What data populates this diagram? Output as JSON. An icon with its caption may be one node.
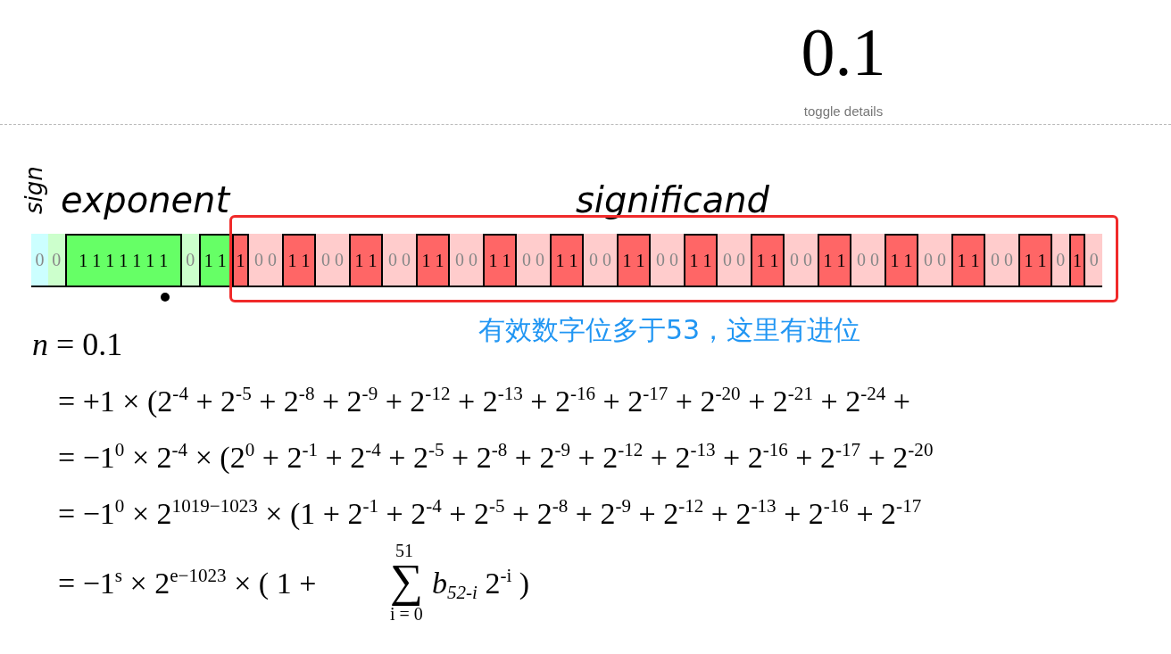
{
  "diagram": {
    "title": "0.1",
    "nodes": [
      {
        "text": [
          "1",
          "0 0",
          "1 1",
          "0 0",
          "1 1",
          "0 0",
          "1 1",
          "0 0",
          "1 1",
          "0 0",
          "1 1",
          "0 0",
          "1 1",
          "0 0",
          "1 1",
          "0 0",
          "1 1",
          "0 0",
          "1 1",
          "0 0",
          "1 1",
          "0 0",
          "1 1",
          "0 0",
          "1 1",
          "0",
          "1",
          "0"
        ],
        "beside": [
          "有效数字位多于53，这里有进位"
        ]
      }
    ],
    "labels": [
      "toggle details",
      "sign",
      "exponent",
      "significand",
      "0",
      "0",
      "1 1 1 1 1 1 1",
      "0",
      "1 1",
      "*n* = 0.1",
      "= +1 × (2$^{-4}$ + 2$^{-5}$ + 2$^{-8}$ + 2$^{-9}$ + 2$^{-12}$ + 2$^{-13}$ + 2$^{-16}$ + 2$^{-17}$ + 2$^{-20}$ + 2$^{-21}$ + 2$^{-24}$ +",
      "= −1$^{0}$ × 2$^{-4}$ × (2$^{0}$ + 2$^{-1}$ + 2$^{-4}$ + 2$^{-5}$ + 2$^{-8}$ + 2$^{-9}$ + 2$^{-12}$ + 2$^{-13}$ + 2$^{-16}$ + 2$^{-17}$ + 2$^{-20}$",
      "= −1$^{0}$ × 2$^{1019−1023}$ × (1 + 2$^{-1}$ + 2$^{-4}$ + 2$^{-5}$ + 2$^{-8}$ + 2$^{-9}$ + 2$^{-12}$ + 2$^{-13}$ + 2$^{-16}$ + 2$^{-17}$",
      "= −1$^{s}$ × 2$^{e−1023}$ × ( 1 +",
      "51",
      "∑",
      "i = 0",
      "*b*$_{52-i}$ 2$^{-i}$ )"
    ]
  }
}
